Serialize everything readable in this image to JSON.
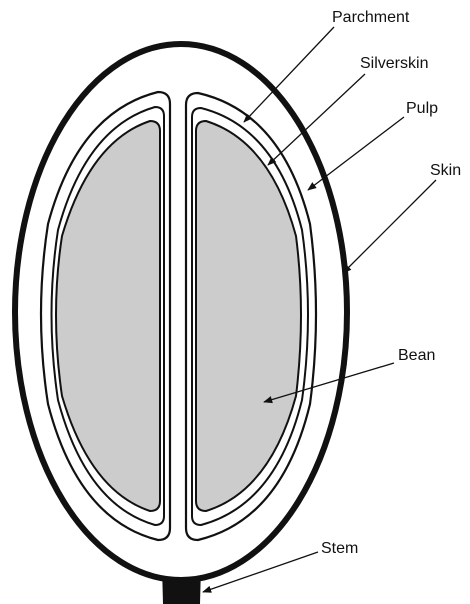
{
  "labels": {
    "parchment": "Parchment",
    "silverskin": "Silverskin",
    "pulp": "Pulp",
    "skin": "Skin",
    "bean": "Bean",
    "stem": "Stem"
  },
  "colors": {
    "outline": "#111111",
    "bean_fill": "#cccccc",
    "background": "#ffffff"
  }
}
